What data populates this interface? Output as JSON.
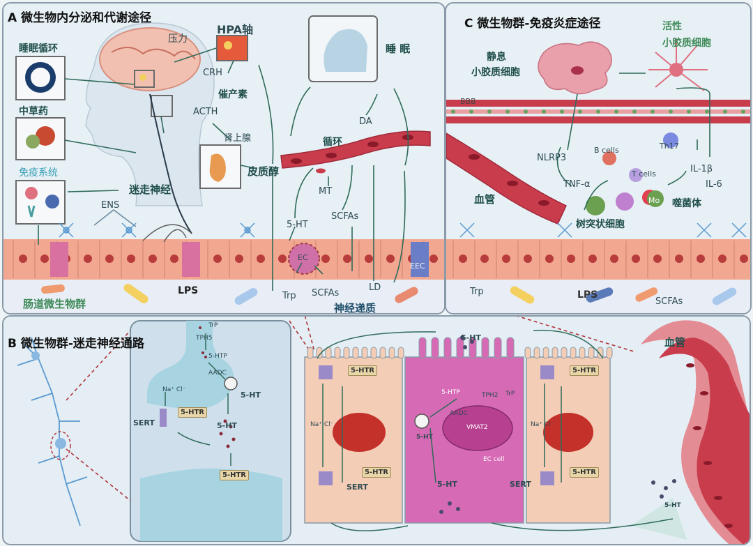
{
  "panel_a": {
    "title": "A 微生物内分泌和代谢途径",
    "hpa": "HPA轴",
    "pressure": "压力",
    "sleep_cycle": "睡眠循环",
    "herbal": "中草药",
    "immune": "免疫系统",
    "crh": "CRH",
    "oxytocin": "催产素",
    "acth": "ACTH",
    "adrenal": "肾上腺",
    "cortisol": "皮质醇",
    "vagus": "迷走神经",
    "ens": "ENS",
    "sleep": "睡 眠",
    "circulation": "循环",
    "da": "DA",
    "mt": "MT",
    "scfas_up": "SCFAs",
    "ht5": "5-HT",
    "ec": "EC",
    "eec": "EEC",
    "trp": "Trp",
    "scfas_low": "SCFAs",
    "ld": "LD",
    "lps": "LPS",
    "gut_microbiota": "肠道微生物群",
    "neurotransmitter": "神经递质"
  },
  "panel_c": {
    "title": "C 微生物群-免疫炎症途径",
    "resting": "静息",
    "resting2": "小胶质细胞",
    "active": "活性",
    "active2": "小胶质细胞",
    "bbb": "BBB",
    "nlrp3": "NLRP3",
    "bcells": "B cells",
    "th17": "Th17",
    "tcells": "T cells",
    "il1b": "IL-1β",
    "tnfa": "TNF-α",
    "il6": "IL-6",
    "vessel": "血管",
    "macrophage": "噬菌体",
    "mo": "Mo",
    "dendritic": "树突状细胞",
    "trp": "Trp",
    "lps": "LPS",
    "scfas": "SCFAs"
  },
  "panel_b": {
    "title": "B 微生物群-迷走神经通路",
    "trp": "TrP",
    "tph5": "TPH5",
    "htp5": "5-HTP",
    "aadc": "AADC",
    "na": "Na⁺ Cl⁻",
    "ht5": "5-HT",
    "sert": "SERT",
    "htr": "5-HTR",
    "ht5b": "5-HT",
    "htr2": "5-HTR",
    "top_ht": "5-HT",
    "htr_l": "5-HTR",
    "htr_r": "5-HTR",
    "htp_ec": "5-HTP",
    "tph2": "TPH2",
    "trp_ec": "TrP",
    "aadc_ec": "AADC",
    "vmat2": "VMAT2",
    "ht_ec": "5-HT",
    "ec_cell": "EC cell",
    "htr_bl": "5-HTR",
    "htr_br": "5-HTR",
    "sert_l": "SERT",
    "sert_r": "SERT",
    "ht_low": "5-HT",
    "vessel": "血管",
    "ht_vessel": "5-HT",
    "na_l": "Na⁺ Cl⁻",
    "na_r": "Na⁺ Cl⁻"
  },
  "colors": {
    "epithelium": "#f2a890",
    "vessel": "#c83c4c",
    "panel_border": "#8a9aa8",
    "green_text": "#3e8a58"
  }
}
